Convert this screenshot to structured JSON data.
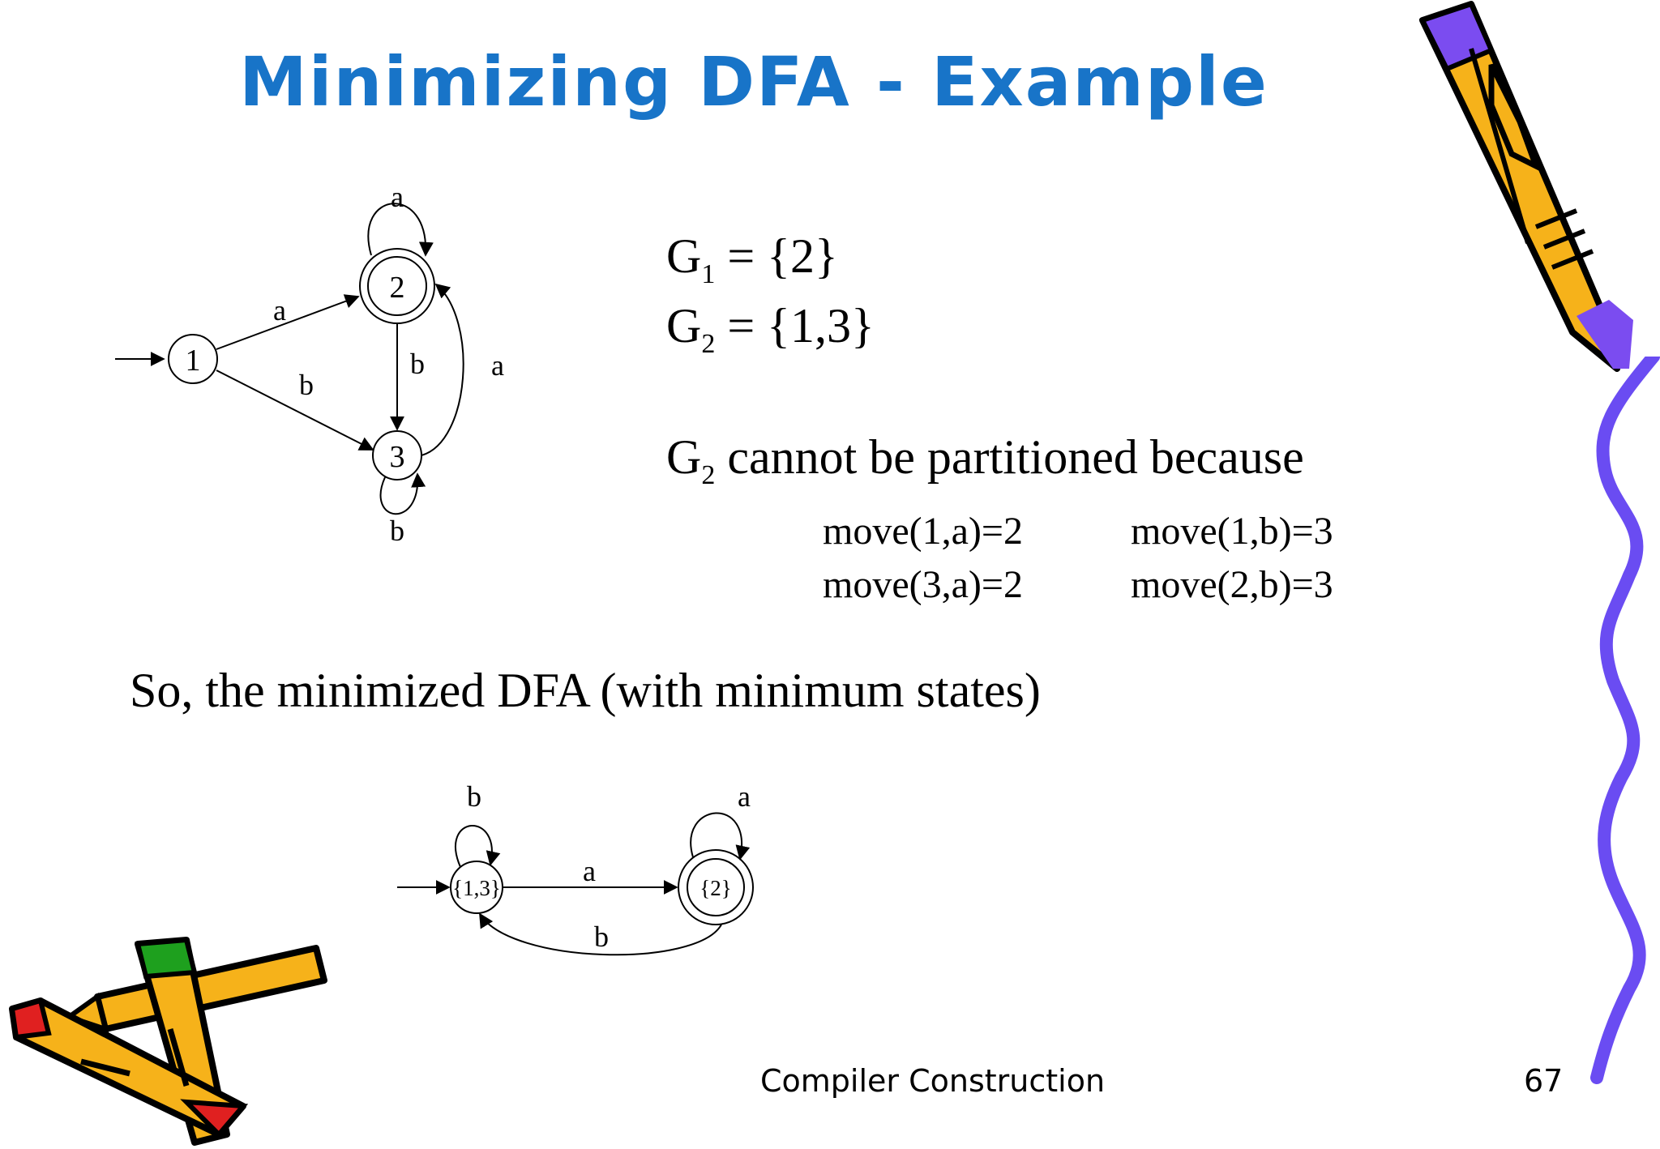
{
  "title": "Minimizing DFA - Example",
  "groups": {
    "g1": {
      "name": "G",
      "sub": "1",
      "value": " = {2}"
    },
    "g2": {
      "name": "G",
      "sub": "2",
      "value": " = {1,3}"
    }
  },
  "explanation": {
    "name": "G",
    "sub": "2",
    "text": " cannot be partitioned because"
  },
  "moves": [
    "move(1,a)=2",
    "move(1,b)=3",
    "move(3,a)=2",
    "move(2,b)=3"
  ],
  "summary": "So, the minimized DFA (with minimum states)",
  "original_dfa": {
    "states": {
      "s1": "1",
      "s2": "2",
      "s3": "3"
    },
    "labels": {
      "s2_loop": "a",
      "s1_s2": "a",
      "s1_s3": "b",
      "s2_s3": "b",
      "s3_s2": "a",
      "s3_loop": "b"
    }
  },
  "minimized_dfa": {
    "states": {
      "a": "{1,3}",
      "b": "{2}"
    },
    "labels": {
      "a_loop": "b",
      "b_loop": "a",
      "a_b": "a",
      "b_a": "b"
    }
  },
  "footer": "Compiler Construction",
  "page_number": "67",
  "colors": {
    "title": "#1874c8",
    "pencil_yellow": "#f6b21a",
    "pencil_purple": "#7b4cf0",
    "squiggle": "#6a4cf2"
  }
}
